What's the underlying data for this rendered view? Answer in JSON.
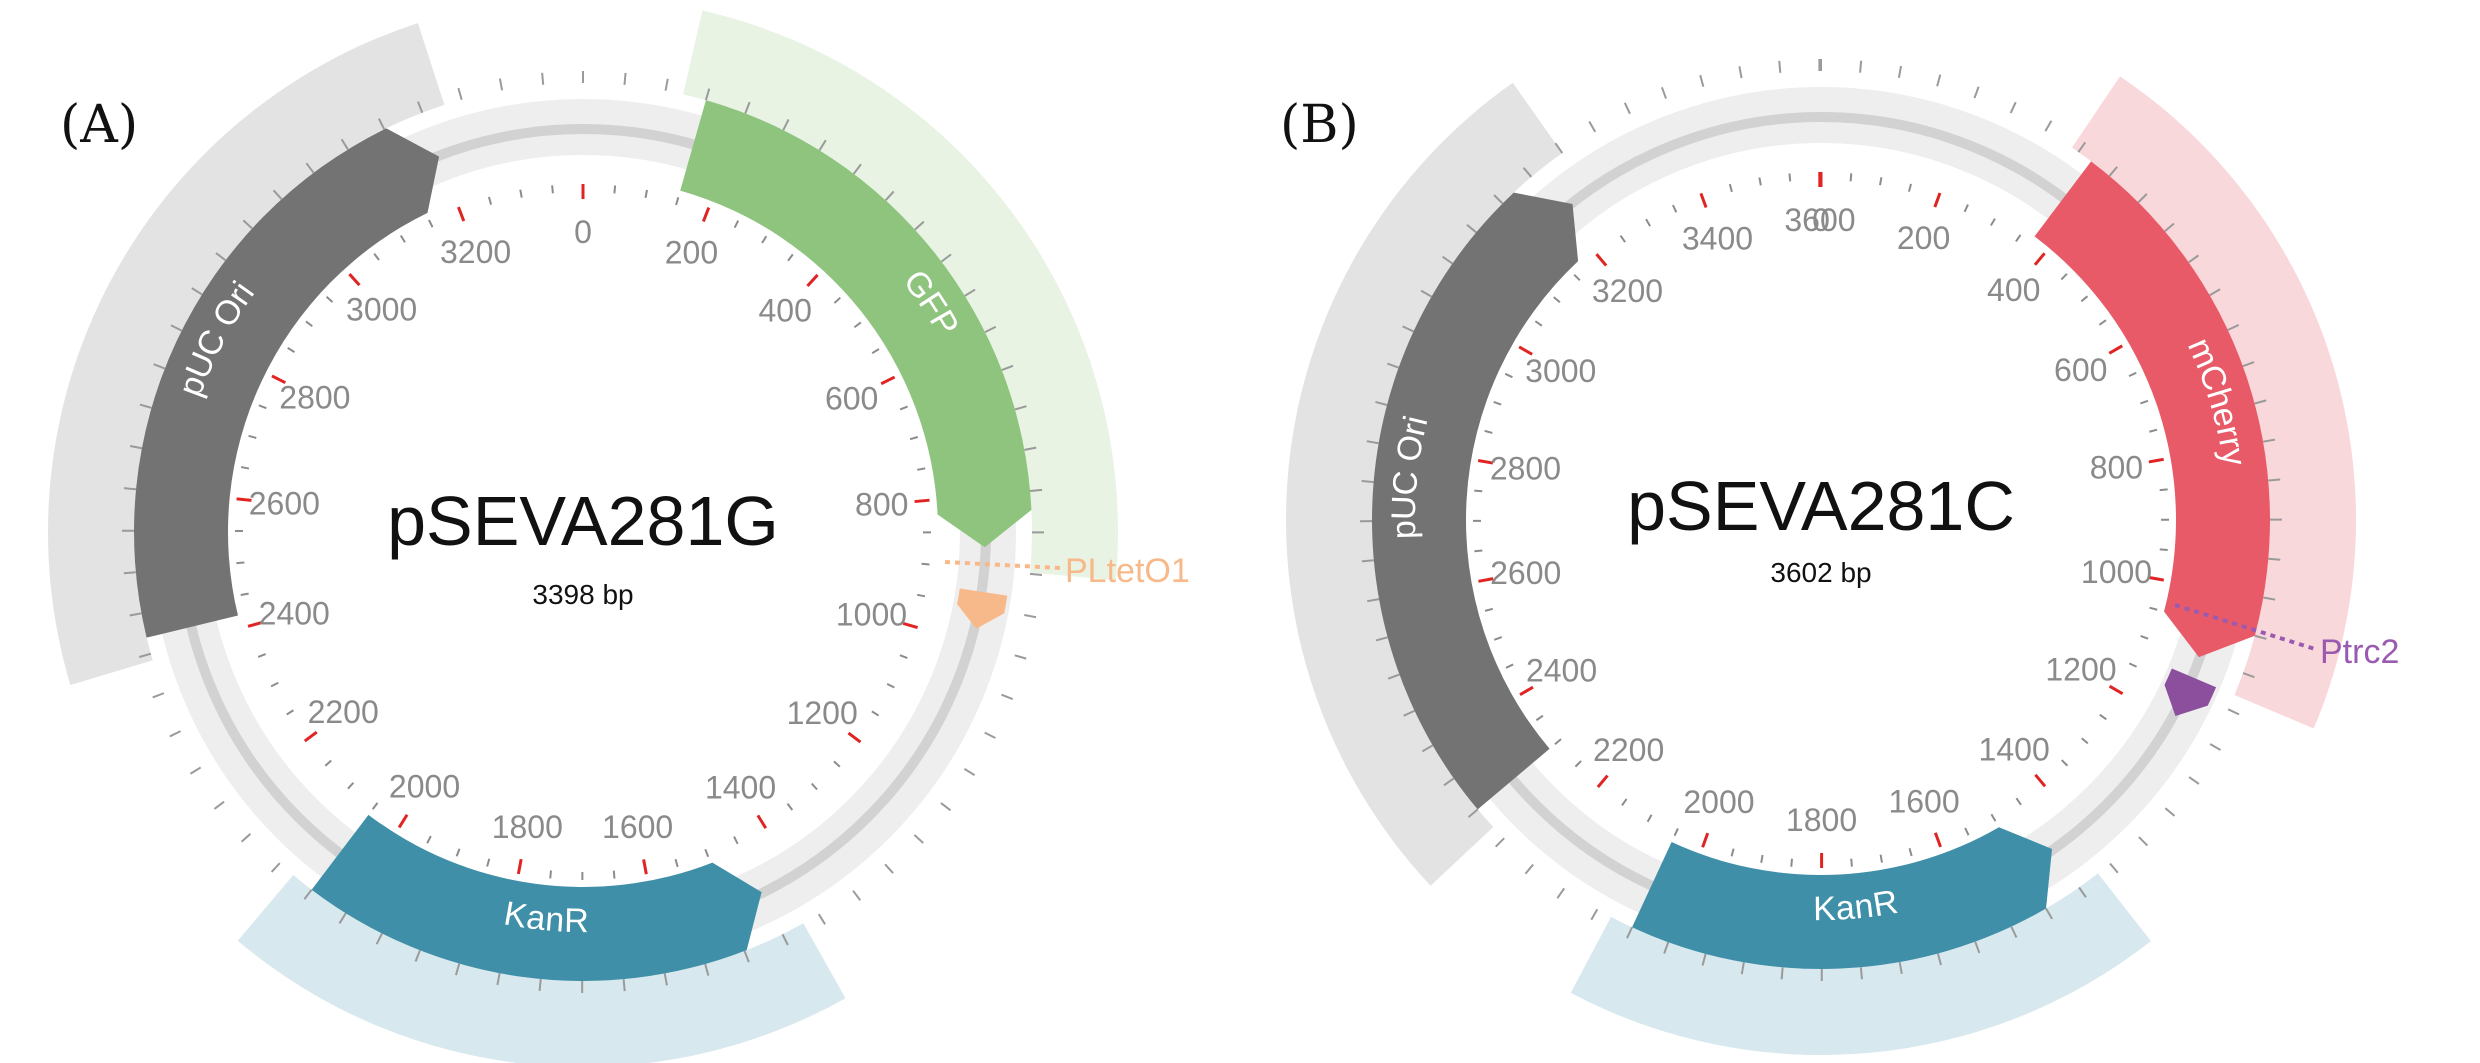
{
  "panels": [
    {
      "letter": "(A)",
      "name": "pSEVA281G",
      "size_text": "3398 bp",
      "length": 3398,
      "ticks": [
        "0",
        "200",
        "400",
        "600",
        "800",
        "1000",
        "1200",
        "1400",
        "1600",
        "1800",
        "2000",
        "2200",
        "2400",
        "2600",
        "2800",
        "3000",
        "3200"
      ],
      "features": [
        {
          "name": "GFP",
          "start": 150,
          "end": 870,
          "direction": "forward",
          "color": "#8fc47f",
          "shade": "#e8f3e4",
          "label_visible": true
        },
        {
          "name": "KanR",
          "start": 1450,
          "end": 2050,
          "direction": "reverse",
          "color": "#3f8fa8",
          "shade": "#d7e8ee",
          "label_visible": true
        },
        {
          "name": "pUC Ori",
          "start": 2420,
          "end": 3200,
          "direction": "forward",
          "color": "#737373",
          "shade": "#e3e3e3",
          "label_visible": true
        },
        {
          "name": "PLtetO1",
          "start": 930,
          "end": 980,
          "direction": "forward",
          "color": "#f8b98a",
          "shade": "",
          "label_visible": false
        }
      ],
      "callout": {
        "text": "PLtetO1",
        "color": "#f8b98a"
      }
    },
    {
      "letter": "(B)",
      "name": "pSEVA281C",
      "size_text": "3602 bp",
      "length": 3602,
      "ticks": [
        "0",
        "200",
        "400",
        "600",
        "800",
        "1000",
        "1200",
        "1400",
        "1600",
        "1800",
        "2000",
        "2200",
        "2400",
        "2600",
        "2800",
        "3000",
        "3200",
        "3400",
        "3600"
      ],
      "features": [
        {
          "name": "mCherry",
          "start": 370,
          "end": 1100,
          "direction": "forward",
          "color": "#e85a67",
          "shade": "#f9d8dc",
          "label_visible": true
        },
        {
          "name": "KanR",
          "start": 1450,
          "end": 2050,
          "direction": "reverse",
          "color": "#3f8fa8",
          "shade": "#d7e8ee",
          "label_visible": true
        },
        {
          "name": "pUC Ori",
          "start": 2300,
          "end": 3220,
          "direction": "forward",
          "color": "#737373",
          "shade": "#e3e3e3",
          "label_visible": true
        },
        {
          "name": "Ptrc2",
          "start": 1130,
          "end": 1190,
          "direction": "forward",
          "color": "#8c4f9e",
          "shade": "",
          "label_visible": false
        }
      ],
      "callout": {
        "text": "Ptrc2",
        "color": "#9a5ab0"
      }
    }
  ]
}
